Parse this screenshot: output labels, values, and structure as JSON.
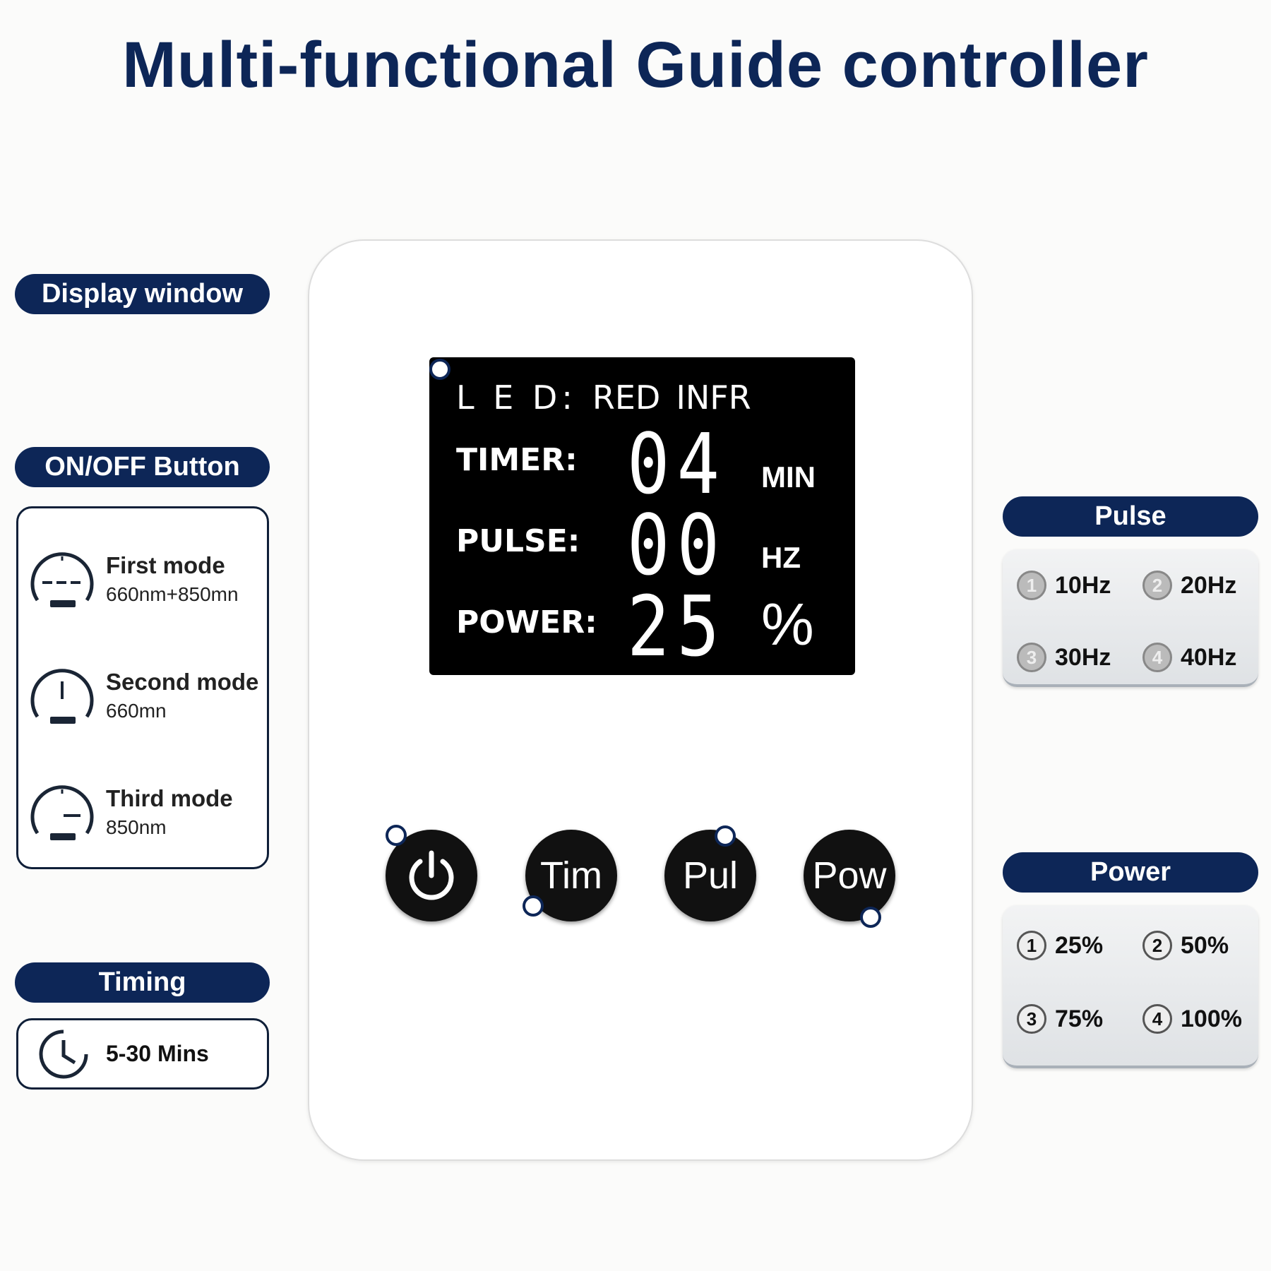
{
  "title": "Multi-functional Guide controller",
  "labels": {
    "display_window": "Display window",
    "onoff_button": "ON/OFF Button",
    "timing": "Timing",
    "pulse": "Pulse",
    "power": "Power"
  },
  "modes": [
    {
      "name": "First mode",
      "wavelength": "660nm+850mn"
    },
    {
      "name": "Second mode",
      "wavelength": "660mn"
    },
    {
      "name": "Third mode",
      "wavelength": "850nm"
    }
  ],
  "timing_range": "5-30 Mins",
  "lcd": {
    "led_label": "L E D:",
    "led_red": "RED",
    "led_infr": "INFR",
    "timer_label": "TIMER:",
    "timer_value": "04",
    "timer_unit": "MIN",
    "pulse_label": "PULSE:",
    "pulse_value": "00",
    "pulse_unit": "HZ",
    "power_label": "POWER:",
    "power_value": "25",
    "power_unit": "%"
  },
  "buttons": {
    "timer": "Tim",
    "pulse": "Pul",
    "power": "Pow"
  },
  "pulse_options": [
    {
      "n": "1",
      "label": "10Hz"
    },
    {
      "n": "2",
      "label": "20Hz"
    },
    {
      "n": "3",
      "label": "30Hz"
    },
    {
      "n": "4",
      "label": "40Hz"
    }
  ],
  "power_options": [
    {
      "n": "1",
      "label": "25%"
    },
    {
      "n": "2",
      "label": "50%"
    },
    {
      "n": "3",
      "label": "75%"
    },
    {
      "n": "4",
      "label": "100%"
    }
  ],
  "colors": {
    "navy": "#0d2657"
  }
}
